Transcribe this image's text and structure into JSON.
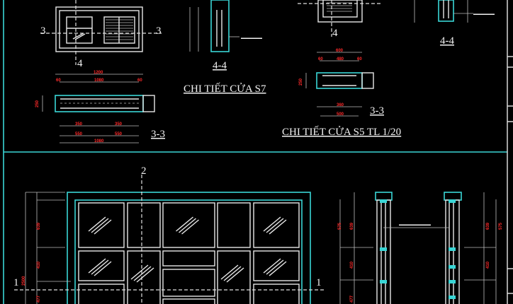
{
  "colors": {
    "background": "#000000",
    "frame": "#3ad6d6",
    "lines": "#e8e8e8",
    "dimensions": "#ff2a2a"
  },
  "s7": {
    "title": "CHI TIẾT CỬA S7",
    "section_3": "3",
    "section_4": "4",
    "section_44": "4-4",
    "section_33": "3-3",
    "dims_top": [
      "1200",
      "1080",
      "60",
      "60"
    ],
    "dims_bottom": [
      "350",
      "350",
      "550",
      "550",
      "1080"
    ],
    "dims_side": [
      "250"
    ]
  },
  "s5": {
    "title": "CHI TIẾT CỬA S5 TL 1/20",
    "section_4": "4",
    "section_44": "4-4",
    "section_33": "3-3",
    "dims_top": [
      "600",
      "480",
      "60",
      "60"
    ],
    "dims_bottom": [
      "360",
      "500"
    ],
    "dims_side": [
      "250"
    ]
  },
  "elevation": {
    "section_1": "1",
    "section_2": "2",
    "dims_left": [
      "2500",
      "639",
      "410",
      "477"
    ],
    "dims_right": [
      "639",
      "410",
      "477",
      "575"
    ]
  }
}
